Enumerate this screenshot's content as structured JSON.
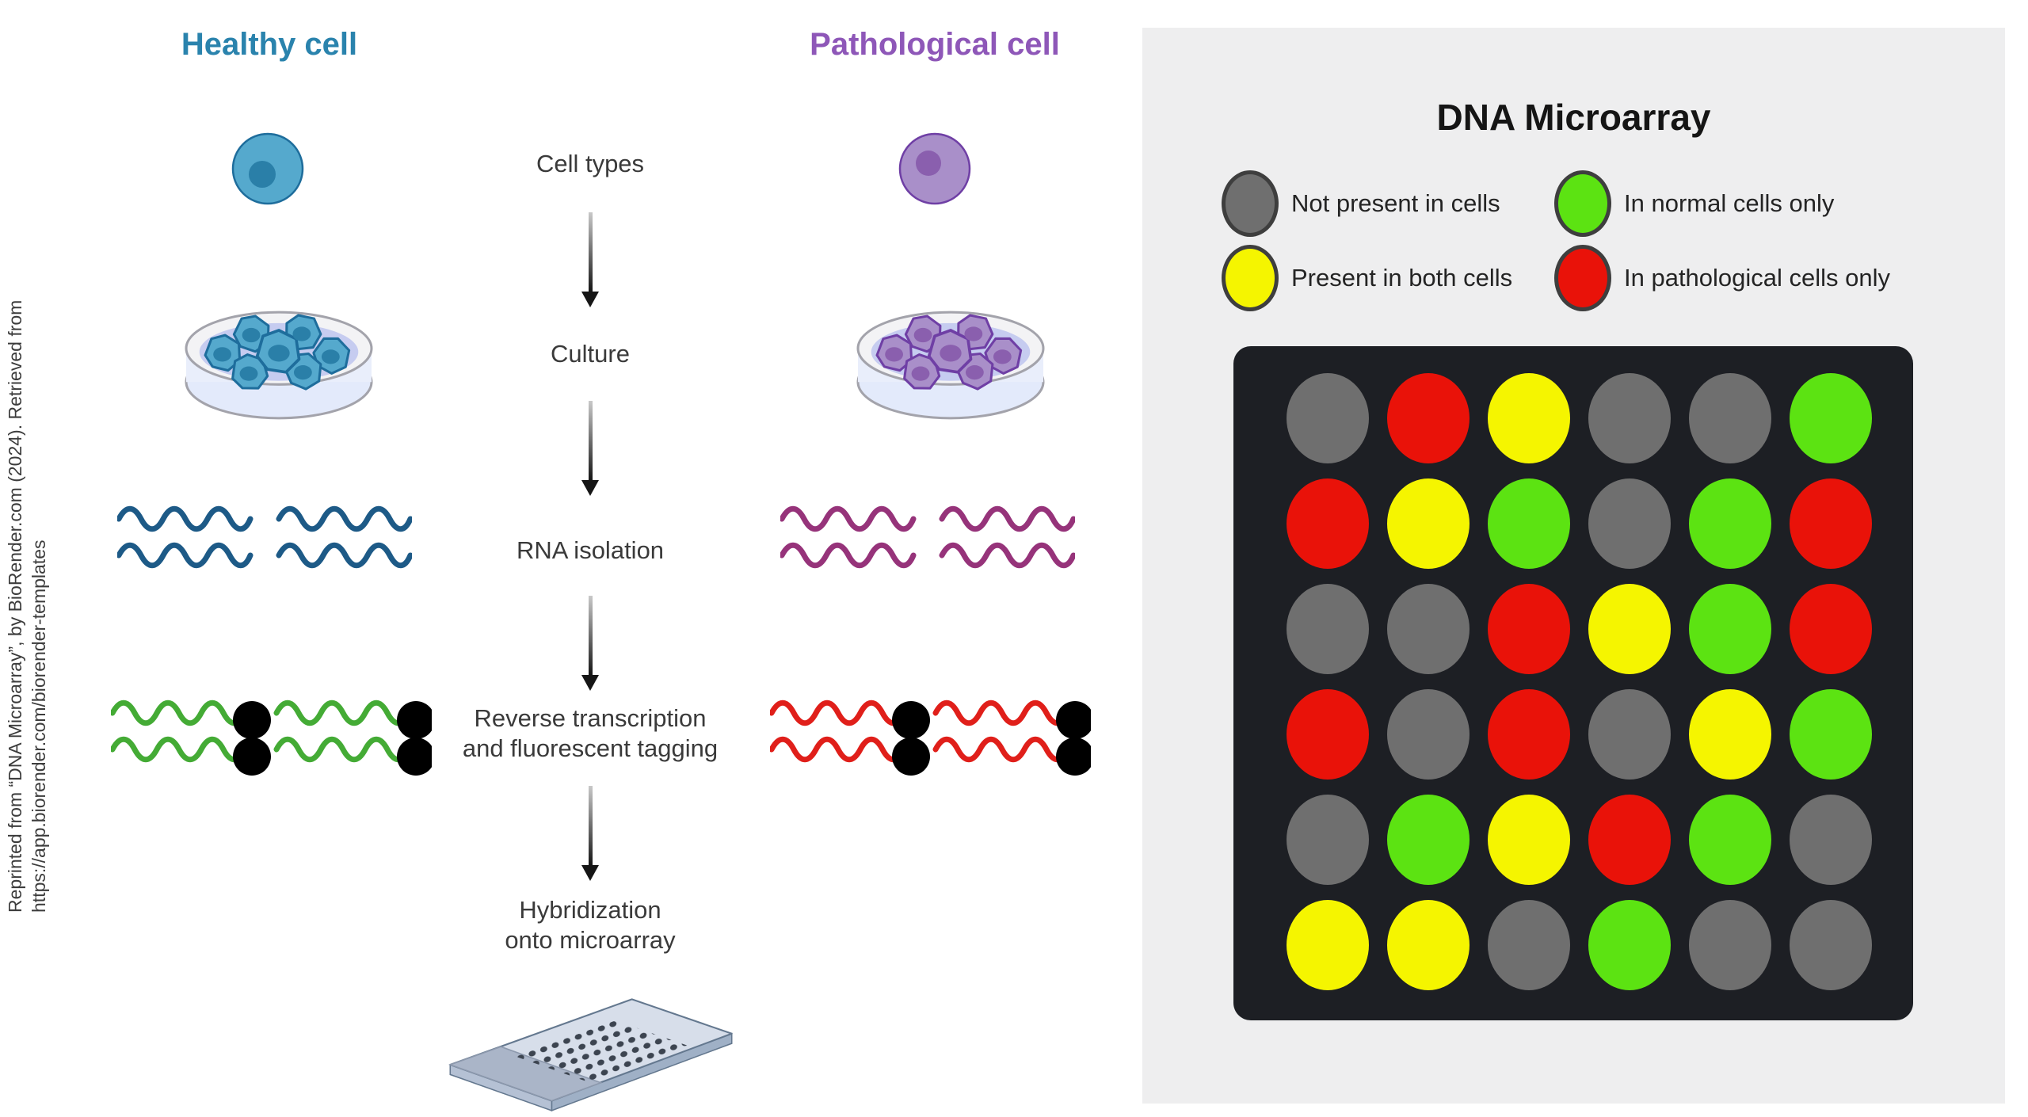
{
  "citation": {
    "line1": "Reprinted from “DNA Microarray”, by BioRender.com (2024). Retrieved from",
    "line2": "https://app.biorender.com/biorender-templates"
  },
  "columns": {
    "healthy": {
      "title": "Healthy cell"
    },
    "pathological": {
      "title": "Pathological cell"
    }
  },
  "steps": {
    "cell_types": "Cell types",
    "culture": "Culture",
    "rna_isolation": "RNA isolation",
    "reverse_transcription_line1": "Reverse transcription",
    "reverse_transcription_line2": "and fluorescent tagging",
    "hybridization_line1": "Hybridization",
    "hybridization_line2": "onto microarray"
  },
  "microarray_panel": {
    "title": "DNA Microarray",
    "legend": [
      {
        "key": "gray",
        "label": "Not present in cells"
      },
      {
        "key": "green",
        "label": "In normal cells only"
      },
      {
        "key": "yellow",
        "label": "Present in both cells"
      },
      {
        "key": "red",
        "label": "In pathological cells only"
      }
    ],
    "grid": [
      [
        "gray",
        "red",
        "yellow",
        "gray",
        "gray",
        "green"
      ],
      [
        "red",
        "yellow",
        "green",
        "gray",
        "green",
        "red"
      ],
      [
        "gray",
        "gray",
        "red",
        "yellow",
        "green",
        "red"
      ],
      [
        "red",
        "gray",
        "red",
        "gray",
        "yellow",
        "green"
      ],
      [
        "gray",
        "green",
        "yellow",
        "red",
        "green",
        "gray"
      ],
      [
        "yellow",
        "yellow",
        "gray",
        "green",
        "gray",
        "gray"
      ]
    ]
  },
  "colors": {
    "healthy_accent": "#2a83ad",
    "pathological_accent": "#8e57b8",
    "healthy_cell_fill": "#55a9cd",
    "healthy_cell_nucleus": "#2a7fa8",
    "pathological_cell_fill": "#a98fc9",
    "pathological_cell_nucleus": "#8a5fae",
    "blue_rna": "#1d5a87",
    "purple_rna": "#96337a",
    "green_rna": "#44ab35",
    "green_tag": "#3ddd0e",
    "red_rna": "#e01f1a",
    "red_tag": "#ff1f14",
    "dot_gray": "#6f6f6f",
    "dot_green": "#5ce312",
    "dot_yellow": "#f5f500",
    "dot_red": "#e91209",
    "panel_bg": "#eeeeef",
    "chip_bg": "#1d1f24",
    "label_text": "#3a3a3a"
  }
}
